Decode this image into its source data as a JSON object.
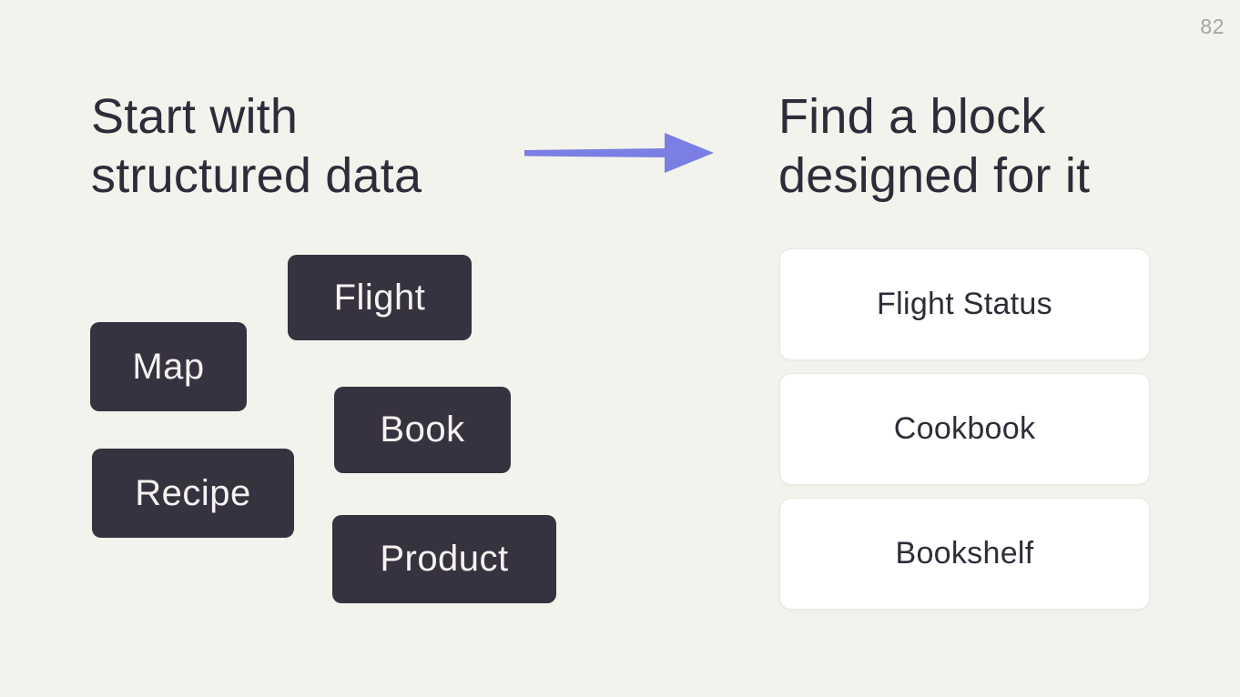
{
  "slide": {
    "page_number": "82"
  },
  "left_panel": {
    "heading_line1": "Start with",
    "heading_line2": "structured data",
    "data_tags": [
      "Flight",
      "Map",
      "Book",
      "Recipe",
      "Product"
    ]
  },
  "arrow": {
    "direction": "right",
    "color": "#7b7ee2"
  },
  "right_panel": {
    "heading_line1": "Find a block",
    "heading_line2": "designed for it",
    "block_cards": [
      "Flight Status",
      "Cookbook",
      "Bookshelf"
    ]
  },
  "colors": {
    "background": "#f1f3ec",
    "heading_text": "#2e2c39",
    "tag_background": "#37323f",
    "tag_text": "#f4f3f1",
    "card_background": "#ffffff",
    "card_border": "#e7e9e1",
    "page_number_text": "#a5a5a3"
  }
}
